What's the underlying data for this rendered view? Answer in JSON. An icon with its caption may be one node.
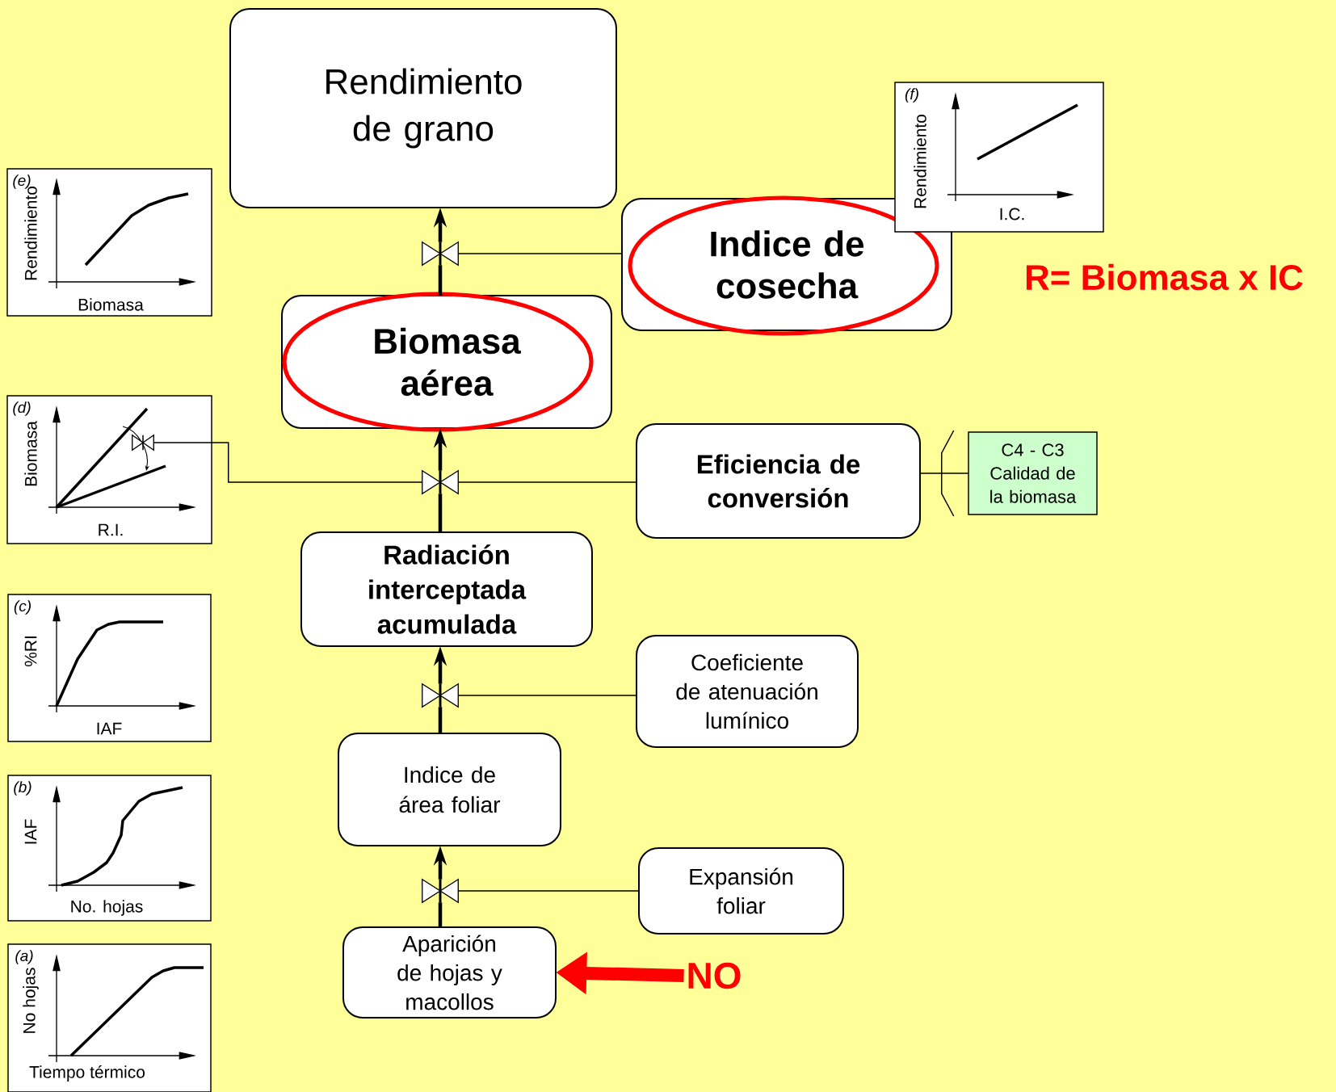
{
  "diagram": {
    "nodes": [
      {
        "text": [
          "Rendimiento de grano"
        ]
      },
      {
        "text": [
          "Indice de cosecha"
        ]
      },
      {
        "text": [
          "Biomasa aérea"
        ]
      },
      {
        "text": [
          "Eficiencia de conversión"
        ]
      },
      {
        "text": [
          "C4 - C3 Calidad de la biomasa"
        ]
      },
      {
        "text": [
          "Radiación interceptada acumulada"
        ]
      },
      {
        "text": [
          "Coeficiente de atenuación lumínico"
        ]
      },
      {
        "text": [
          "Indice de área foliar"
        ]
      },
      {
        "text": [
          "Expansión foliar"
        ]
      },
      {
        "text": [
          "Aparición de hojas y macollos"
        ]
      },
      {
        "text": [
          "NO"
        ]
      },
      {
        "text": [],
        "shape": "valve"
      },
      {
        "text": [],
        "shape": "valve"
      },
      {
        "text": [],
        "shape": "valve"
      },
      {
        "text": [],
        "shape": "valve"
      },
      {
        "text": [],
        "shape": "valve"
      }
    ],
    "edges": [
      {
        "from": 9,
        "to": 14,
        "arrow": "none"
      },
      {
        "from": 14,
        "to": 7,
        "arrow": "to"
      },
      {
        "from": 8,
        "to": 14,
        "arrow": "none"
      },
      {
        "from": 7,
        "to": 13,
        "arrow": "none"
      },
      {
        "from": 13,
        "to": 5,
        "arrow": "to"
      },
      {
        "from": 6,
        "to": 13,
        "arrow": "none"
      },
      {
        "from": 5,
        "to": 12,
        "arrow": "none"
      },
      {
        "from": 12,
        "to": 2,
        "arrow": "to"
      },
      {
        "from": 3,
        "to": 12,
        "arrow": "none"
      },
      {
        "from": 12,
        "to": 15,
        "arrow": "none"
      },
      {
        "from": 2,
        "to": 11,
        "arrow": "none"
      },
      {
        "from": 11,
        "to": 0,
        "arrow": "to"
      },
      {
        "from": 1,
        "to": 11,
        "arrow": "none"
      },
      {
        "from": 3,
        "to": 4,
        "arrow": "none"
      },
      {
        "from": 10,
        "to": 9,
        "arrow": "to",
        "style": "thick",
        "color": "#ff0000"
      }
    ],
    "labels": [
      "R= Biomasa x IC",
      "(f)",
      "Rendimiento",
      "I.C.",
      "(e)",
      "Rendimiento",
      "Biomasa",
      "(d)",
      "Biomasa",
      "R.I.",
      "(c)",
      "%RI",
      "IAF",
      "(b)",
      "IAF",
      "No. hojas",
      "(a)",
      "No hojas",
      "Tiempo térmico"
    ]
  }
}
